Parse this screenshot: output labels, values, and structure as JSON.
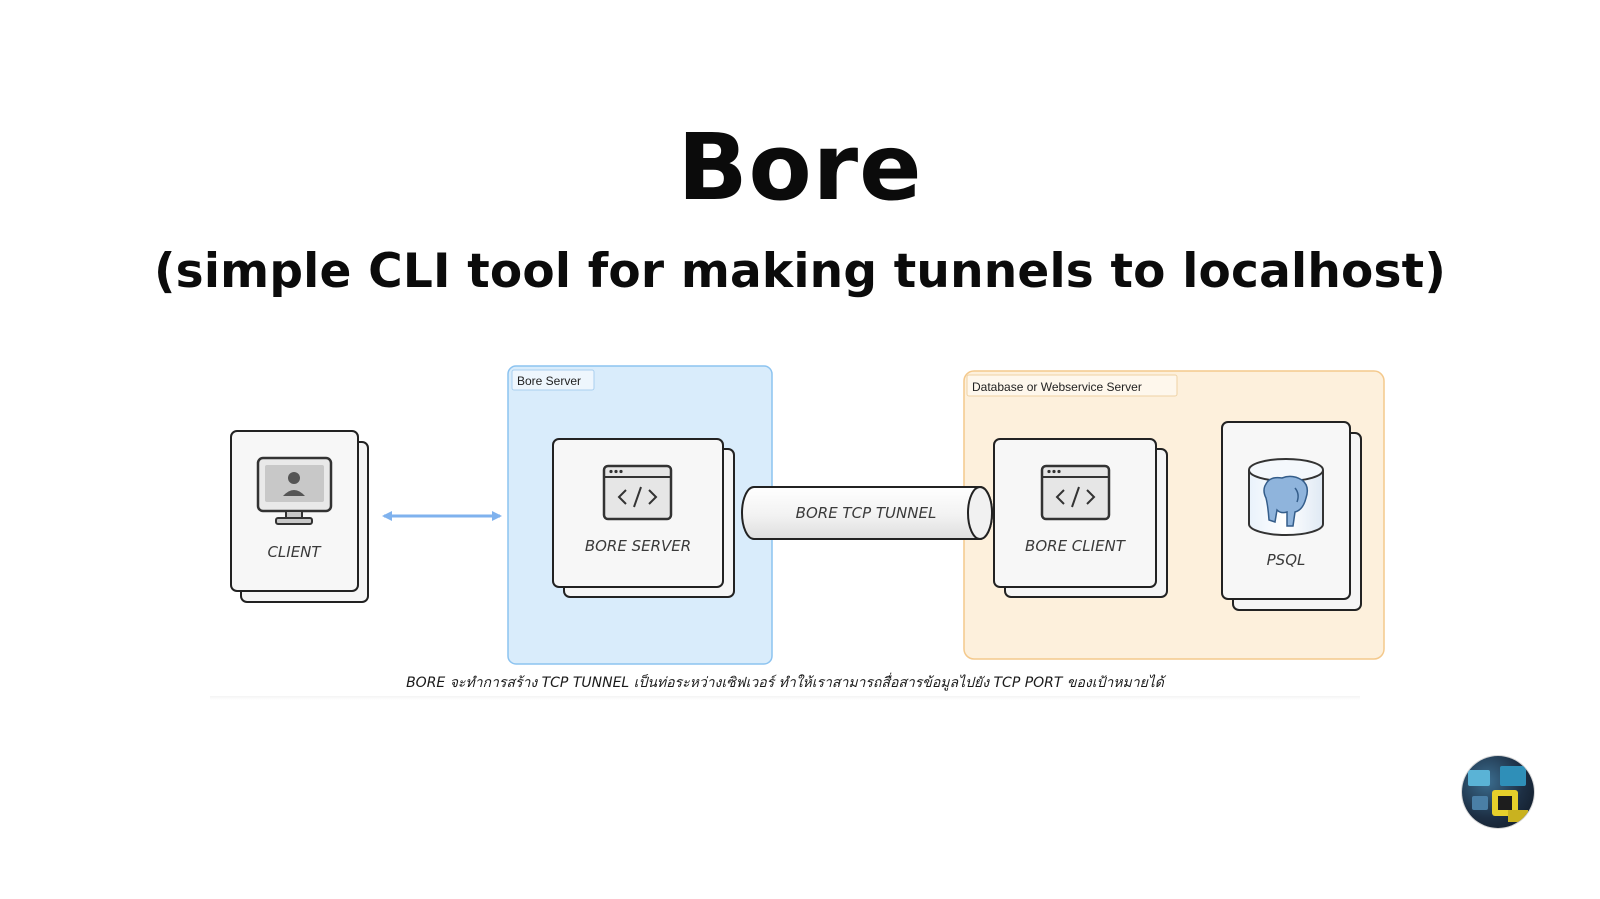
{
  "header": {
    "title": "Bore",
    "subtitle": "(simple CLI tool for making tunnels to localhost)"
  },
  "groups": {
    "bore_server": {
      "label": "Bore Server",
      "fill": "#d9ecfb",
      "stroke": "#8cc3f0"
    },
    "db_server": {
      "label": "Database or Webservice Server",
      "fill": "#fdf0dc",
      "stroke": "#f4c98c"
    }
  },
  "nodes": {
    "client": {
      "label": "CLIENT",
      "icon": "monitor-user-icon"
    },
    "bore_server": {
      "label": "BORE SERVER",
      "icon": "code-window-icon"
    },
    "tunnel": {
      "label": "BORE TCP TUNNEL",
      "icon": "cylinder-pipe-icon"
    },
    "bore_client": {
      "label": "BORE CLIENT",
      "icon": "code-window-icon"
    },
    "psql": {
      "label": "PSQL",
      "icon": "postgresql-elephant-database-icon"
    }
  },
  "edges": {
    "client_bore_server": {
      "style": "bidirectional-arrow",
      "color": "#7fb2ee"
    }
  },
  "caption": {
    "text": "BORE จะทำการสร้าง TCP TUNNEL เป็นท่อระหว่างเซิฟเวอร์ ทำให้เราสามารถสื่อสารข้อมูลไปยัง TCP PORT ของเป้าหมายได้"
  },
  "avatar": {
    "icon": "avatar-icon"
  }
}
